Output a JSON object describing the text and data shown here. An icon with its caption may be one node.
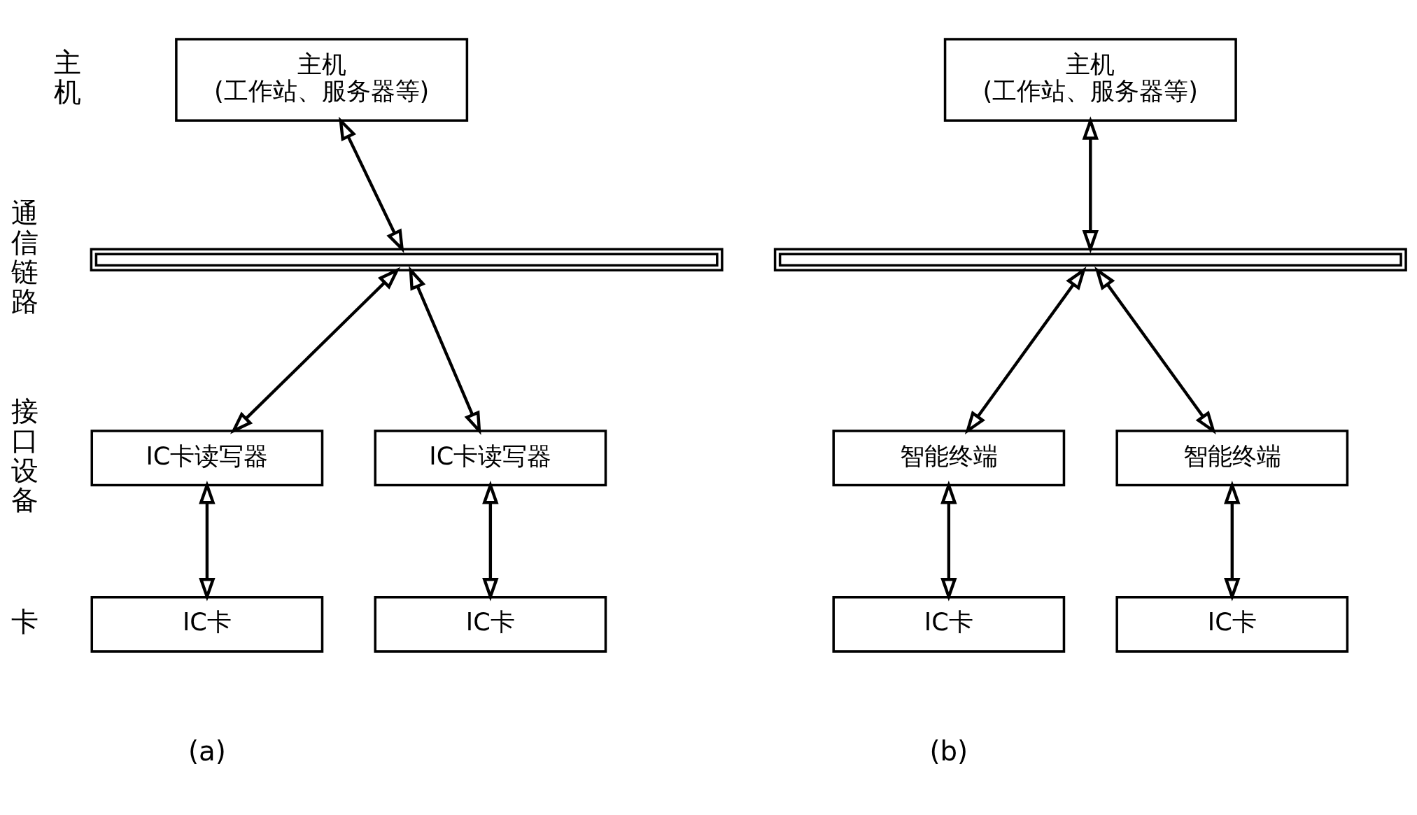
{
  "diagram": {
    "nodes": [
      {
        "text": [
          "主机",
          "(工作站、服务器等)"
        ]
      },
      {
        "text": [],
        "shape": "bar"
      },
      {
        "text": [
          "IC卡读写器"
        ]
      },
      {
        "text": [
          "IC卡读写器"
        ]
      },
      {
        "text": [
          "IC卡"
        ]
      },
      {
        "text": [
          "IC卡"
        ]
      },
      {
        "text": [
          "主机",
          "(工作站、服务器等)"
        ]
      },
      {
        "text": [],
        "shape": "bar"
      },
      {
        "text": [
          "智能终端"
        ]
      },
      {
        "text": [
          "智能终端"
        ]
      },
      {
        "text": [
          "IC卡"
        ]
      },
      {
        "text": [
          "IC卡"
        ]
      }
    ],
    "edges": [
      {
        "from": 0,
        "to": 1,
        "arrow": "both"
      },
      {
        "from": 1,
        "to": 2,
        "arrow": "both"
      },
      {
        "from": 1,
        "to": 3,
        "arrow": "both"
      },
      {
        "from": 2,
        "to": 4,
        "arrow": "both"
      },
      {
        "from": 3,
        "to": 5,
        "arrow": "both"
      },
      {
        "from": 6,
        "to": 7,
        "arrow": "both"
      },
      {
        "from": 7,
        "to": 8,
        "arrow": "both"
      },
      {
        "from": 7,
        "to": 9,
        "arrow": "both"
      },
      {
        "from": 8,
        "to": 10,
        "arrow": "both"
      },
      {
        "from": 9,
        "to": 11,
        "arrow": "both"
      }
    ],
    "labels": [
      "主机",
      "通信链路",
      "接口设备",
      "卡",
      "(a)",
      "(b)"
    ]
  }
}
